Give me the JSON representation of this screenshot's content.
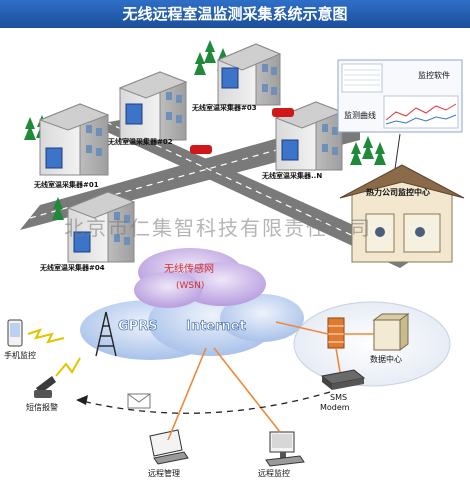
{
  "title": "无线远程室温监测采集系统示意图",
  "watermark": "北京市仁集智科技有限责任公司",
  "collectors": {
    "c01": "无线室温采集器#01",
    "c02": "无线室温采集器#02",
    "c03": "无线室温采集器#03",
    "c04": "无线室温采集器#04",
    "cn": "无线室温采集器..N"
  },
  "monitor_software": "监控软件",
  "monitor_curve": "监测曲线",
  "heat_center": "热力公司监控中心",
  "wireless_net": "无线传感网",
  "wsn": "(WSN)",
  "gprs": "GPRS",
  "internet": "Internet",
  "phone_monitor": "手机监控",
  "sms_alarm": "短信报警",
  "data_center": "数据中心",
  "sms_modem_1": "SMS",
  "sms_modem_2": "Modem",
  "remote_manage": "远程管理",
  "remote_monitor": "远程监控",
  "colors": {
    "banner": "#1b4f9c",
    "road": "#6b6b6b",
    "cloud": "#bcd0f0",
    "wsn_cloud": "#c9b4e6",
    "link": "#f0883a"
  }
}
